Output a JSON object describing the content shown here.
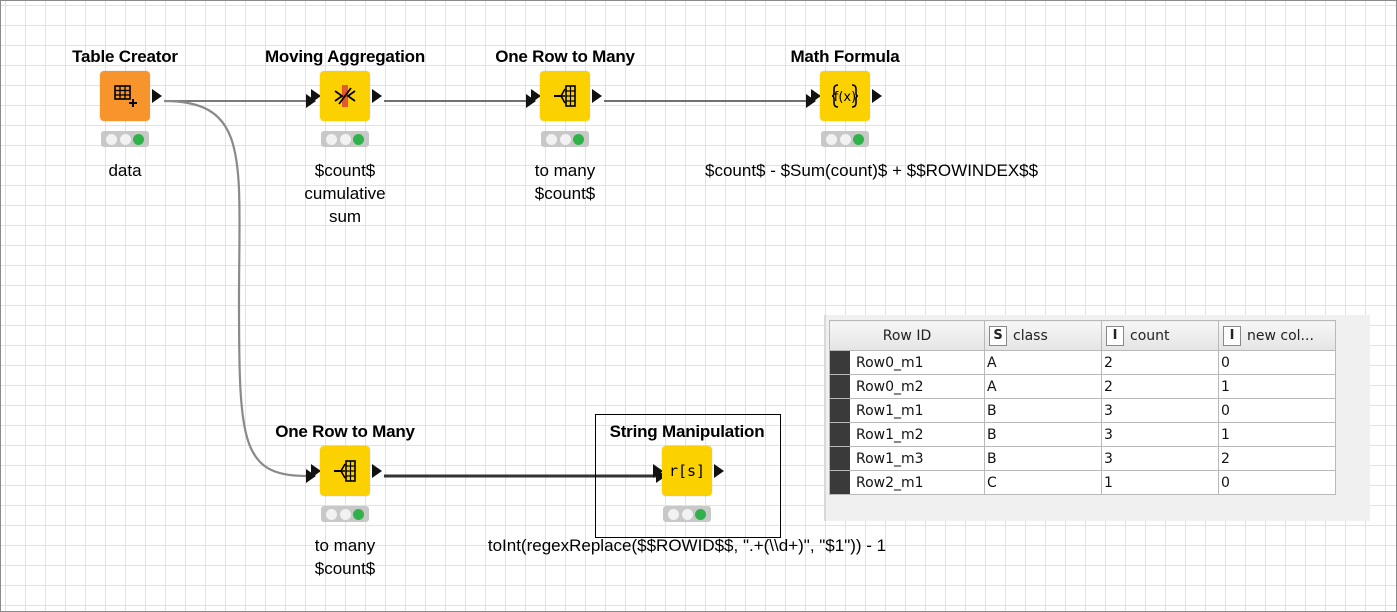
{
  "nodes": {
    "table_creator": {
      "title": "Table Creator",
      "label": [
        "data"
      ],
      "icon": "table-plus-icon",
      "color": "#f7942b"
    },
    "moving_aggregation": {
      "title": "Moving Aggregation",
      "label": [
        "$count$",
        "cumulative",
        "sum"
      ],
      "icon": "moving-aggregation-icon",
      "color": "#fcd100"
    },
    "one_row_to_many_top": {
      "title": "One Row to Many",
      "label": [
        "to many",
        "$count$"
      ],
      "icon": "one-to-many-icon",
      "color": "#fcd100"
    },
    "math_formula": {
      "title": "Math Formula",
      "label": [
        "$count$ - $Sum(count)$ + $$ROWINDEX$$"
      ],
      "icon": "fx-icon",
      "color": "#fcd100"
    },
    "one_row_to_many_bottom": {
      "title": "One Row to Many",
      "label": [
        "to many",
        "$count$"
      ],
      "icon": "one-to-many-icon",
      "color": "#fcd100"
    },
    "string_manipulation": {
      "title": "String Manipulation",
      "label": [
        "toInt(regexReplace($$ROWID$$, \".+(\\\\d+)\", \"$1\")) - 1"
      ],
      "icon": "string-manipulation-icon",
      "icon_text": "r[s]",
      "color": "#fcd100"
    }
  },
  "table": {
    "headers": [
      {
        "type": "",
        "label": "Row ID"
      },
      {
        "type": "S",
        "label": "class"
      },
      {
        "type": "I",
        "label": "count"
      },
      {
        "type": "I",
        "label": "new col..."
      }
    ],
    "rows": [
      [
        "Row0_m1",
        "A",
        "2",
        "0"
      ],
      [
        "Row0_m2",
        "A",
        "2",
        "1"
      ],
      [
        "Row1_m1",
        "B",
        "3",
        "0"
      ],
      [
        "Row1_m2",
        "B",
        "3",
        "1"
      ],
      [
        "Row1_m3",
        "B",
        "3",
        "2"
      ],
      [
        "Row2_m1",
        "C",
        "1",
        "0"
      ]
    ]
  },
  "colors": {
    "success_light": "#2fb24a",
    "grid": "#e2e2e2",
    "connection": "#7a7a7a"
  }
}
